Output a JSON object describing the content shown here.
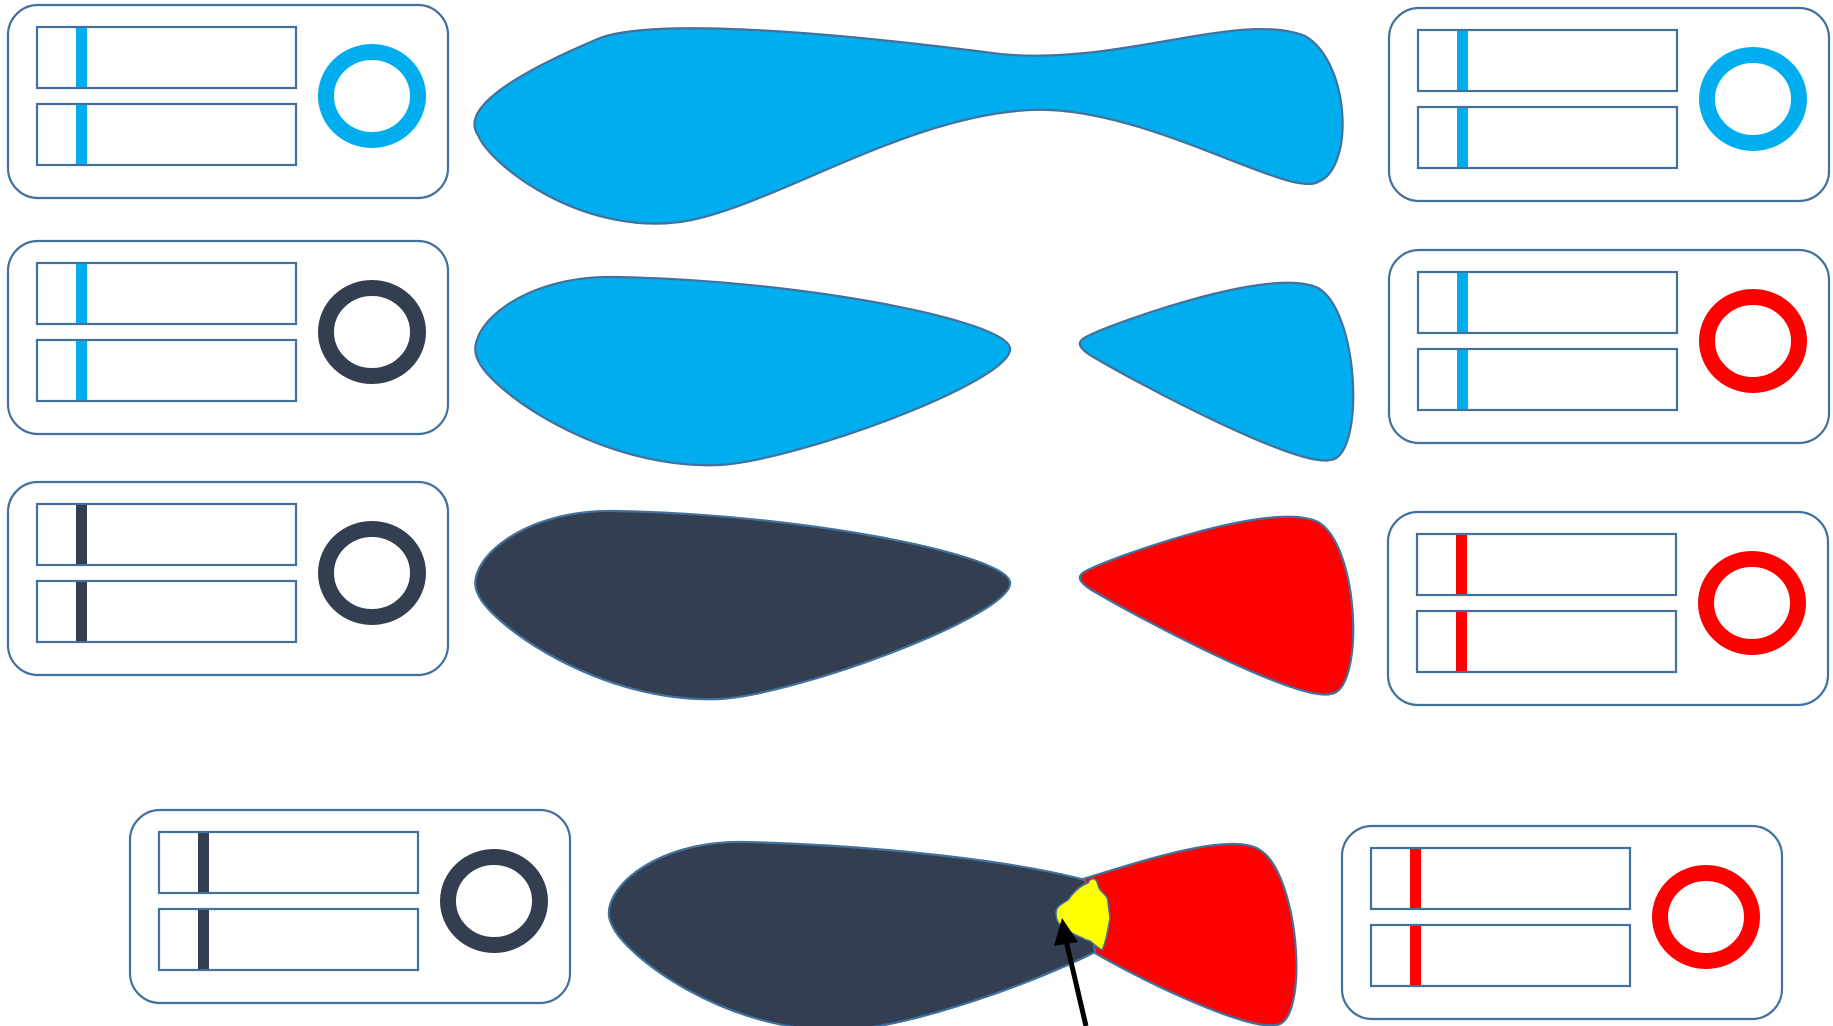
{
  "colors": {
    "blue": "#00AEEF",
    "dark": "#333F50",
    "red": "#FF0000",
    "yellow": "#FFFF00",
    "outline": "#41719C",
    "arrow": "#000000"
  },
  "rows": [
    {
      "stage": 1,
      "left_panel": {
        "bar_color": "blue",
        "ring_color": "blue"
      },
      "shape": {
        "kind": "joined",
        "left_color": "blue",
        "right_color": "blue"
      },
      "right_panel": {
        "bar_color": "blue",
        "ring_color": "blue"
      }
    },
    {
      "stage": 2,
      "left_panel": {
        "bar_color": "blue",
        "ring_color": "dark"
      },
      "shape": {
        "kind": "split",
        "left_color": "blue",
        "right_color": "blue"
      },
      "right_panel": {
        "bar_color": "blue",
        "ring_color": "red"
      }
    },
    {
      "stage": 3,
      "left_panel": {
        "bar_color": "dark",
        "ring_color": "dark"
      },
      "shape": {
        "kind": "split",
        "left_color": "dark",
        "right_color": "red"
      },
      "right_panel": {
        "bar_color": "red",
        "ring_color": "red"
      }
    },
    {
      "stage": 4,
      "left_panel": {
        "bar_color": "dark",
        "ring_color": "dark"
      },
      "shape": {
        "kind": "fused",
        "left_color": "dark",
        "right_color": "red",
        "contact_color": "yellow",
        "arrow": true
      },
      "right_panel": {
        "bar_color": "red",
        "ring_color": "red"
      }
    }
  ]
}
